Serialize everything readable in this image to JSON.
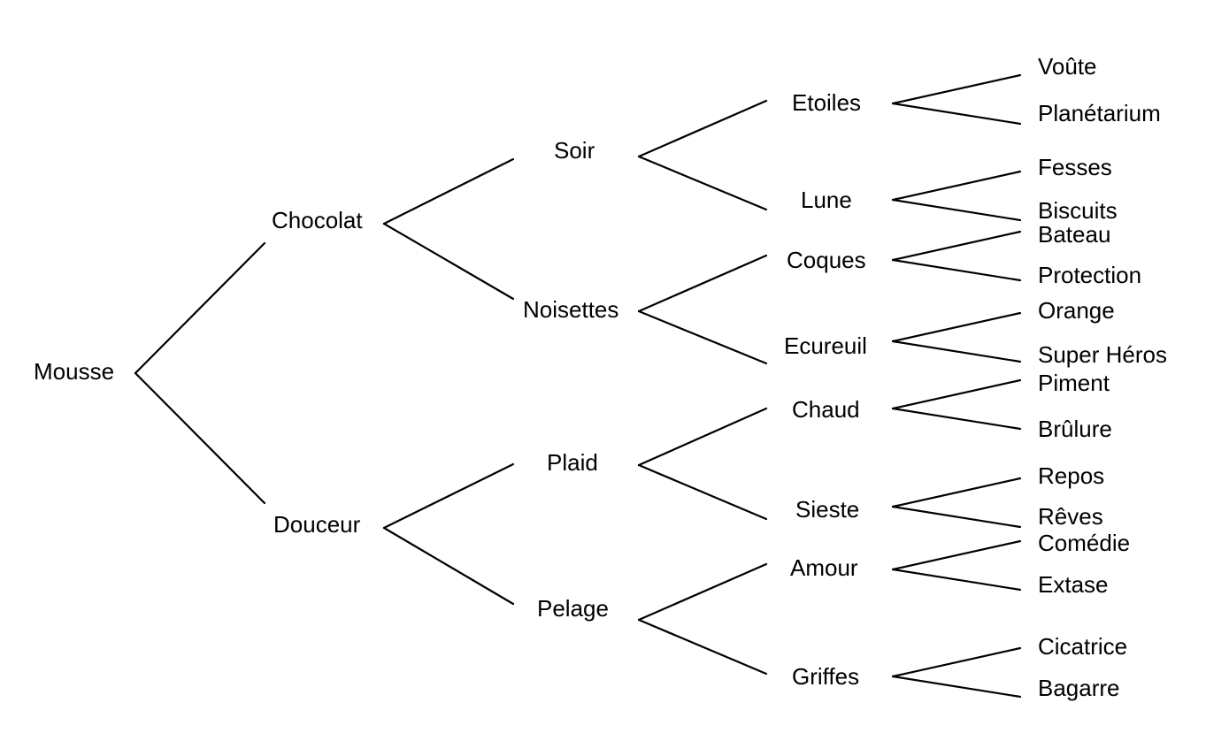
{
  "tree": {
    "root": "Mousse",
    "level1": [
      "Chocolat",
      "Douceur"
    ],
    "level2": [
      "Soir",
      "Noisettes",
      "Plaid",
      "Pelage"
    ],
    "level3": [
      "Etoiles",
      "Lune",
      "Coques",
      "Ecureuil",
      "Chaud",
      "Sieste",
      "Amour",
      "Griffes"
    ],
    "level4": [
      "Voûte",
      "Planétarium",
      "Fesses",
      "Biscuits",
      "Bateau",
      "Protection",
      "Orange",
      "Super Héros",
      "Piment",
      "Brûlure",
      "Repos",
      "Rêves",
      "Comédie",
      "Extase",
      "Cicatrice",
      "Bagarre"
    ]
  }
}
